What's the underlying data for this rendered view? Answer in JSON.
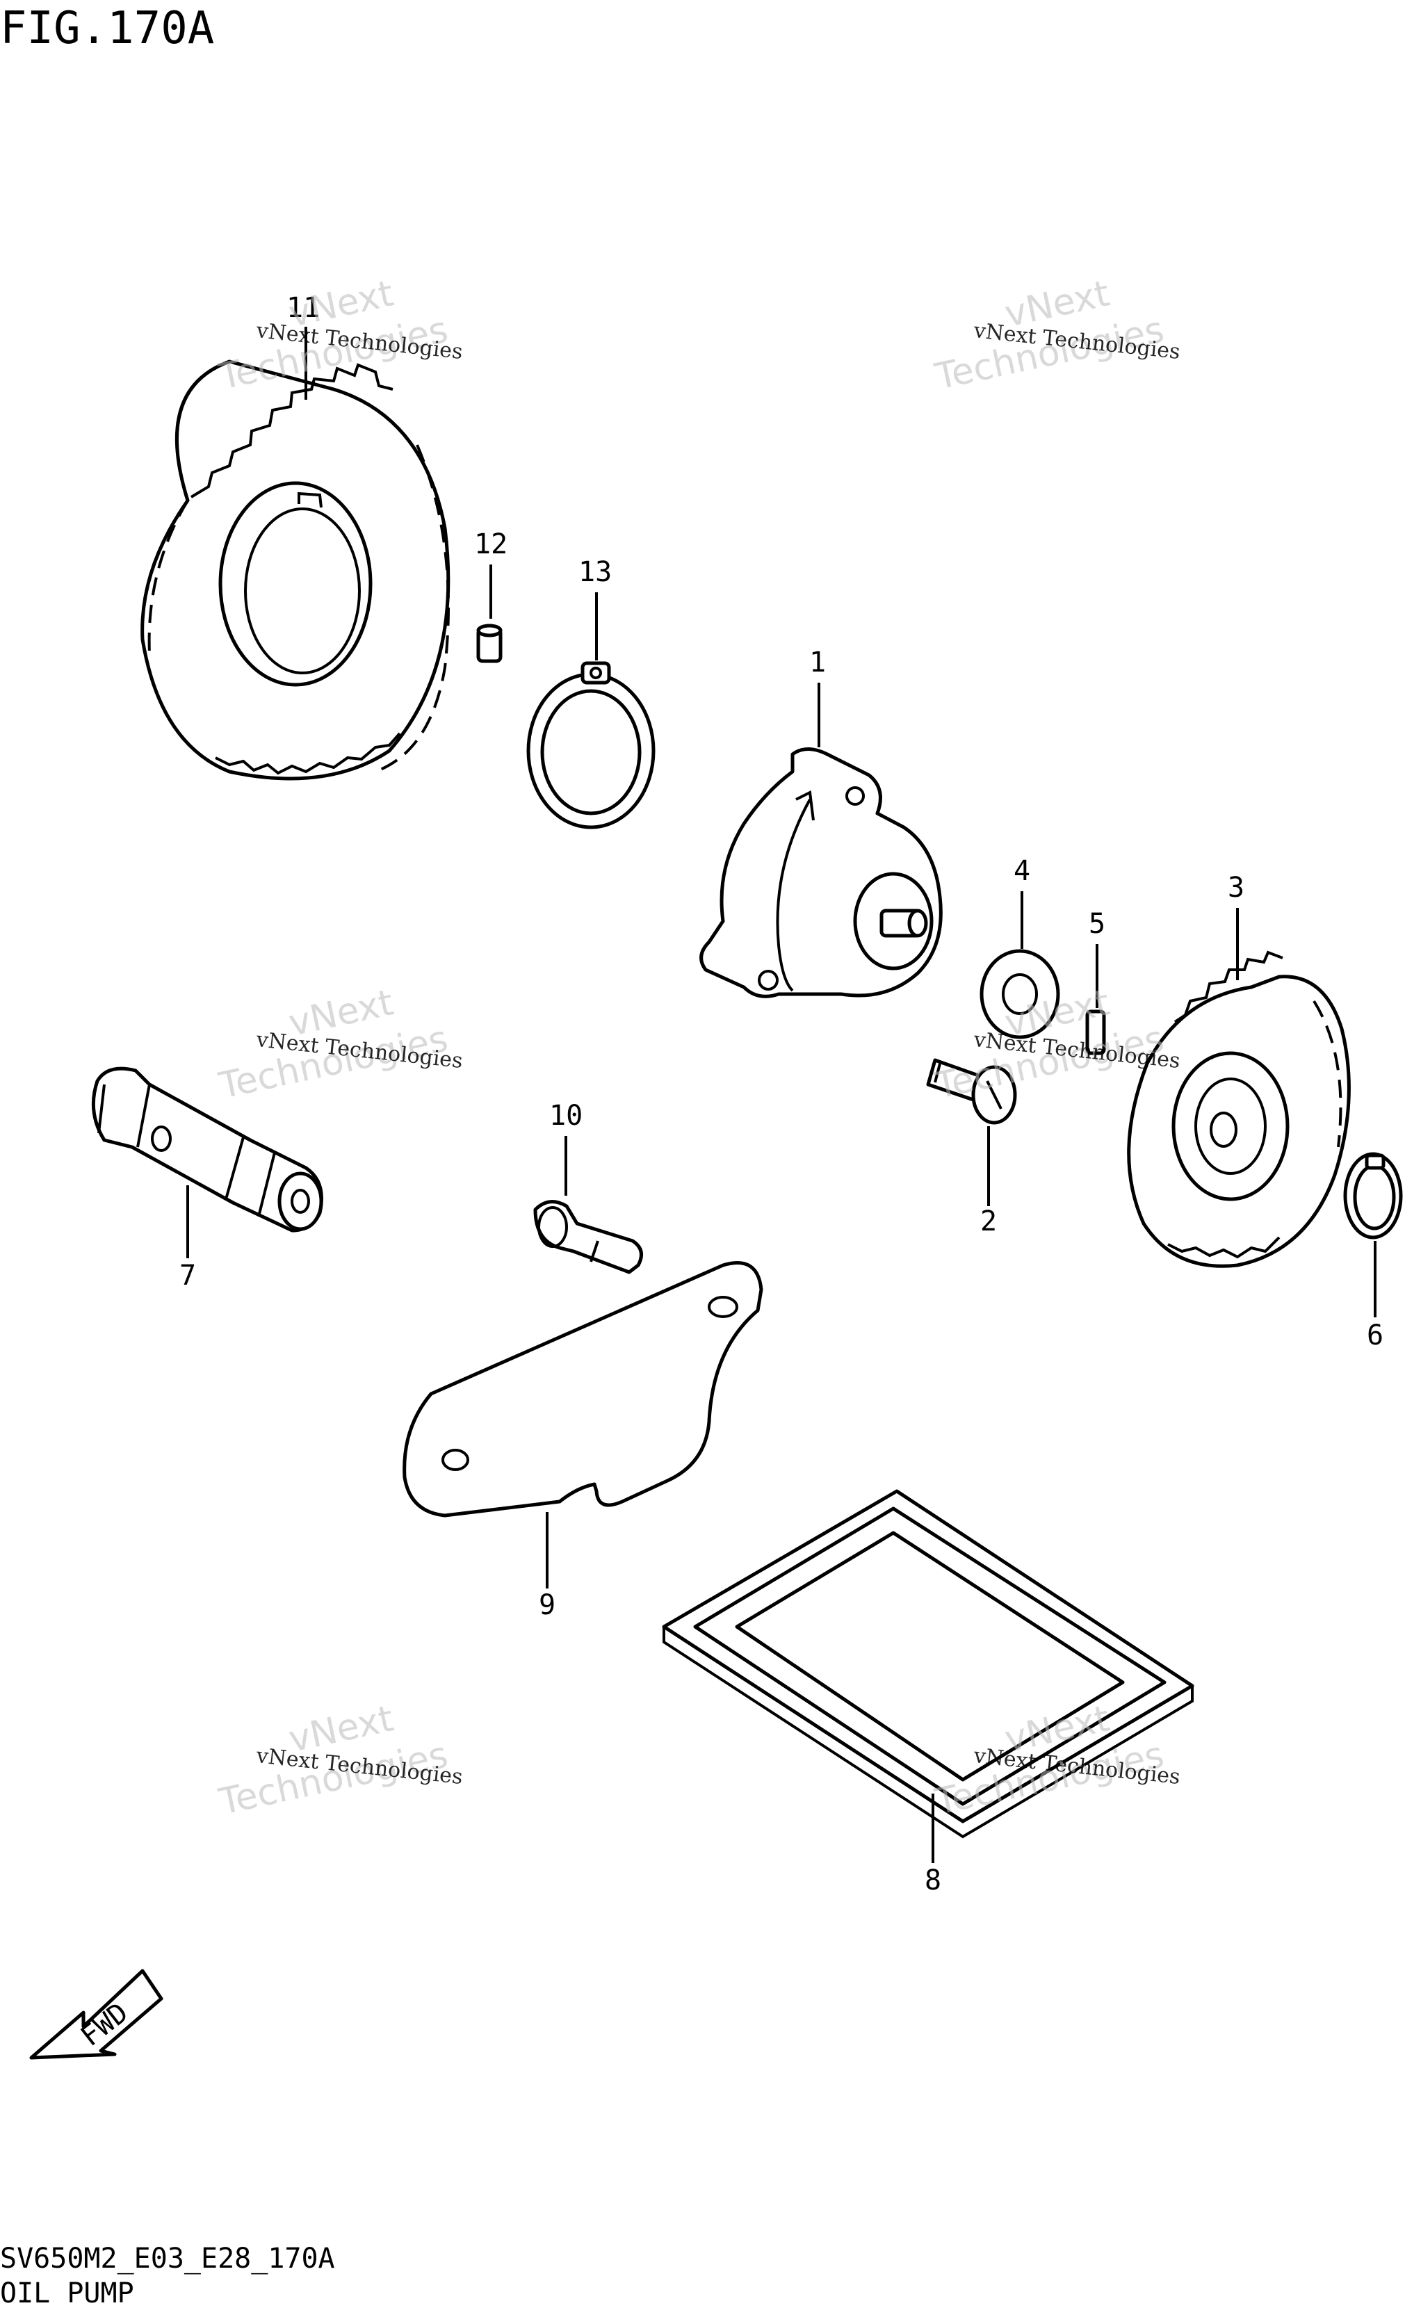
{
  "header": {
    "figure_title": "FIG.170A"
  },
  "footer": {
    "code": "SV650M2_E03_E28_170A",
    "section_name": "OIL PUMP"
  },
  "callouts": [
    {
      "id": "c1",
      "label": "1"
    },
    {
      "id": "c2",
      "label": "2"
    },
    {
      "id": "c3",
      "label": "3"
    },
    {
      "id": "c4",
      "label": "4"
    },
    {
      "id": "c5",
      "label": "5"
    },
    {
      "id": "c6",
      "label": "6"
    },
    {
      "id": "c7",
      "label": "7"
    },
    {
      "id": "c8",
      "label": "8"
    },
    {
      "id": "c9",
      "label": "9"
    },
    {
      "id": "c10",
      "label": "10"
    },
    {
      "id": "c11",
      "label": "11"
    },
    {
      "id": "c12",
      "label": "12"
    },
    {
      "id": "c13",
      "label": "13"
    }
  ],
  "watermark": {
    "small_text": "vNext Technologies",
    "line1": "vNext",
    "line2": "Technologies"
  },
  "fwd_arrow": {
    "label": "FWD"
  }
}
